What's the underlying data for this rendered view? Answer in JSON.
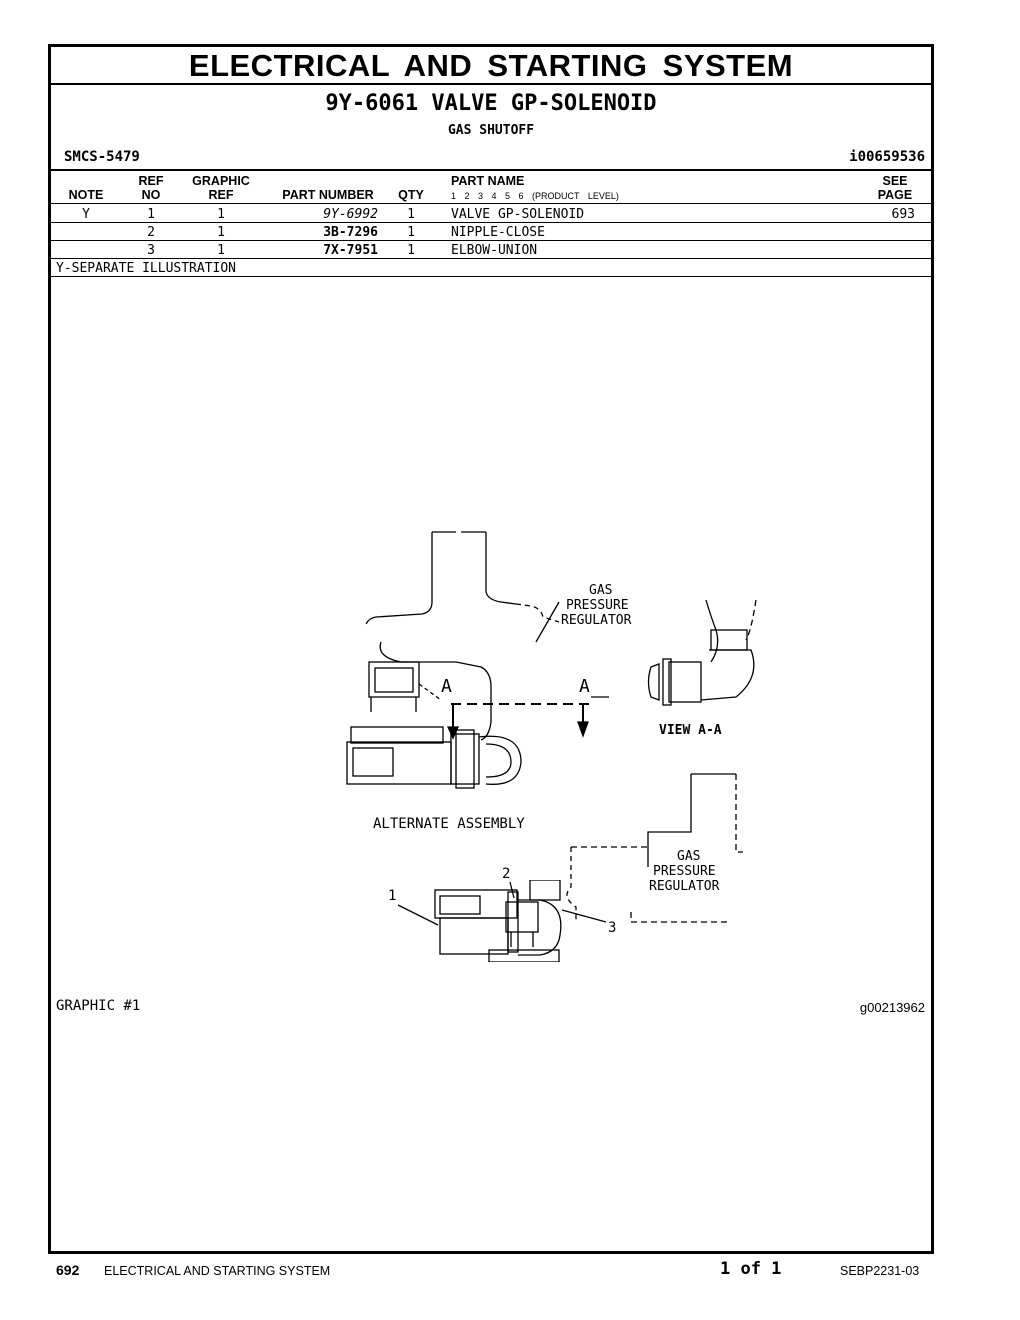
{
  "header": {
    "title": "ELECTRICAL AND STARTING SYSTEM",
    "part_title": "9Y-6061 VALVE GP-SOLENOID",
    "subtitle": "GAS SHUTOFF",
    "smcs": "SMCS-5479",
    "info_id": "i00659536"
  },
  "table": {
    "columns": {
      "note": "NOTE",
      "ref_no": [
        "REF",
        "NO"
      ],
      "graphic_ref": [
        "GRAPHIC",
        "REF"
      ],
      "part_number": "PART NUMBER",
      "qty": "QTY",
      "part_name": "PART NAME",
      "product_level": "1 2 3 4 5 6 (PRODUCT LEVEL)",
      "see_page": [
        "SEE",
        "PAGE"
      ]
    },
    "rows": [
      {
        "note": "Y",
        "ref_no": "1",
        "graphic_ref": "1",
        "part_number": "9Y-6992",
        "qty": "1",
        "part_name": "VALVE GP-SOLENOID",
        "see_page": "693"
      },
      {
        "note": "",
        "ref_no": "2",
        "graphic_ref": "1",
        "part_number": "3B-7296",
        "qty": "1",
        "part_name": "NIPPLE-CLOSE",
        "see_page": ""
      },
      {
        "note": "",
        "ref_no": "3",
        "graphic_ref": "1",
        "part_number": "7X-7951",
        "qty": "1",
        "part_name": "ELBOW-UNION",
        "see_page": ""
      }
    ],
    "footnote": "Y-SEPARATE ILLUSTRATION"
  },
  "diagram": {
    "labels": {
      "regulator_top": [
        "GAS",
        "PRESSURE",
        "REGULATOR"
      ],
      "regulator_bottom": [
        "GAS",
        "PRESSURE",
        "REGULATOR"
      ],
      "section_a_left": "A",
      "section_a_right": "A",
      "view": "VIEW A-A",
      "alternate": "ALTERNATE ASSEMBLY",
      "callout_1": "1",
      "callout_2": "2",
      "callout_3": "3"
    }
  },
  "graphic": {
    "label": "GRAPHIC #1",
    "id": "g00213962"
  },
  "footer": {
    "page": "692",
    "section": "ELECTRICAL AND STARTING SYSTEM",
    "page_of": "1 of 1",
    "doc": "SEBP2231-03"
  }
}
